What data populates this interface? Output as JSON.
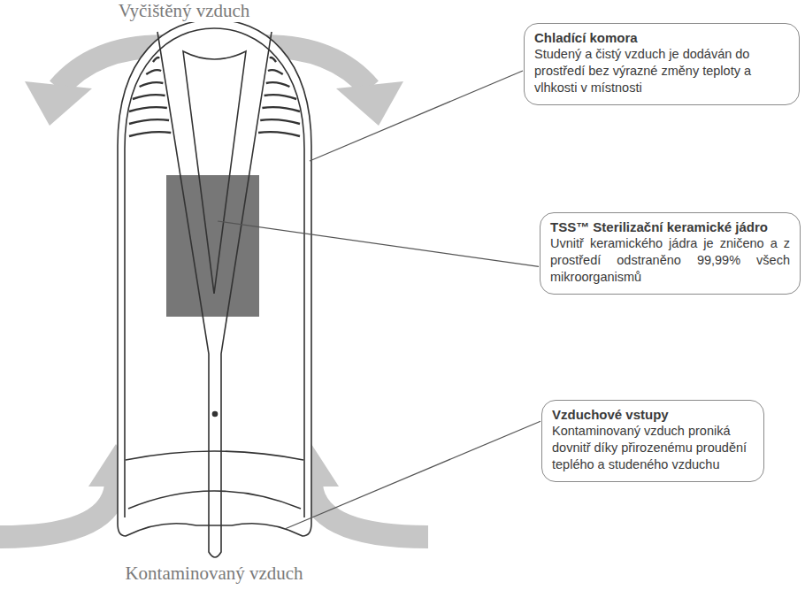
{
  "diagram": {
    "nodes": [
      {
        "text": [
          "Chladící komora",
          "Studený a čistý vzduch je dodáván do prostředí bez výrazné změny teploty a vlhkosti v místnosti"
        ]
      },
      {
        "text": [
          "TSS™ Sterilizační keramické jádro",
          "Uvnitř keramického jádra je zničeno a z prostředí odstraněno 99,99% všech mikroorganismů"
        ]
      },
      {
        "text": [
          "Vzduchové vstupy",
          "Kontaminovaný vzduch proniká dovnitř díky přirozenému proudění teplého a studeného vzduchu"
        ]
      }
    ],
    "labels": [
      "Vyčištěný vzduch",
      "Kontaminovaný vzduch"
    ]
  }
}
